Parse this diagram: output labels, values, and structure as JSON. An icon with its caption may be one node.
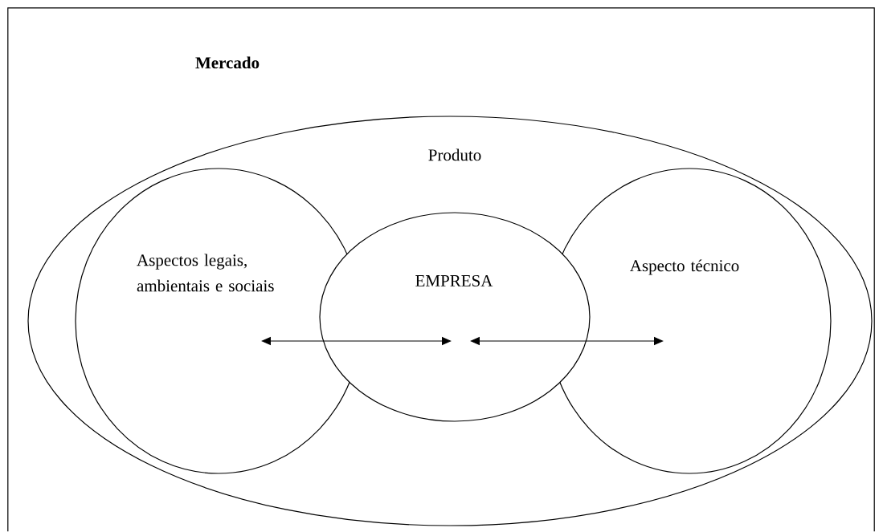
{
  "diagram": {
    "nodes": [
      {
        "text": [
          "Mercado"
        ]
      },
      {
        "text": [
          "Produto"
        ],
        "in": 0
      },
      {
        "text": [
          "Aspectos legais, ambientais e sociais"
        ],
        "in": 1
      },
      {
        "text": [
          "EMPRESA"
        ],
        "in": 1
      },
      {
        "text": [
          "Aspecto técnico"
        ],
        "in": 1
      }
    ],
    "edges": [
      {
        "from": 2,
        "to": 3,
        "arrow": "both"
      },
      {
        "from": 3,
        "to": 4,
        "arrow": "both"
      }
    ]
  }
}
